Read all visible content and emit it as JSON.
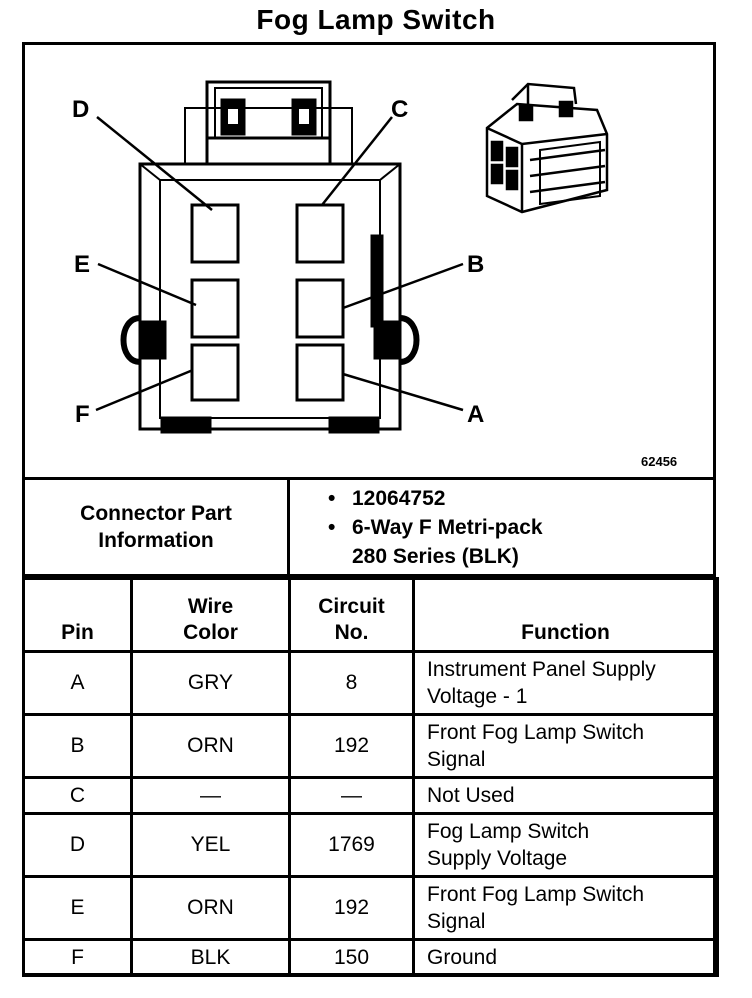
{
  "title": "Fog Lamp Switch",
  "figure_number": "62456",
  "pin_labels": {
    "a": "A",
    "b": "B",
    "c": "C",
    "d": "D",
    "e": "E",
    "f": "F"
  },
  "connector_info": {
    "label_line1": "Connector Part",
    "label_line2": "Information",
    "bullet": "•",
    "part_number": "12064752",
    "desc_line1": "6-Way F Metri-pack",
    "desc_line2": "280 Series (BLK)"
  },
  "table": {
    "headers": {
      "pin": "Pin",
      "wire_line1": "Wire",
      "wire_line2": "Color",
      "circuit_line1": "Circuit",
      "circuit_line2": "No.",
      "function": "Function"
    },
    "rows": [
      {
        "pin": "A",
        "color": "GRY",
        "circuit": "8",
        "fn1": "Instrument Panel Supply",
        "fn2": "Voltage - 1"
      },
      {
        "pin": "B",
        "color": "ORN",
        "circuit": "192",
        "fn1": "Front Fog Lamp Switch",
        "fn2": "Signal"
      },
      {
        "pin": "C",
        "color": "—",
        "circuit": "—",
        "fn1": "Not Used",
        "fn2": ""
      },
      {
        "pin": "D",
        "color": "YEL",
        "circuit": "1769",
        "fn1": "Fog Lamp Switch",
        "fn2": "Supply Voltage"
      },
      {
        "pin": "E",
        "color": "ORN",
        "circuit": "192",
        "fn1": "Front Fog Lamp Switch",
        "fn2": "Signal"
      },
      {
        "pin": "F",
        "color": "BLK",
        "circuit": "150",
        "fn1": "Ground",
        "fn2": ""
      }
    ]
  }
}
